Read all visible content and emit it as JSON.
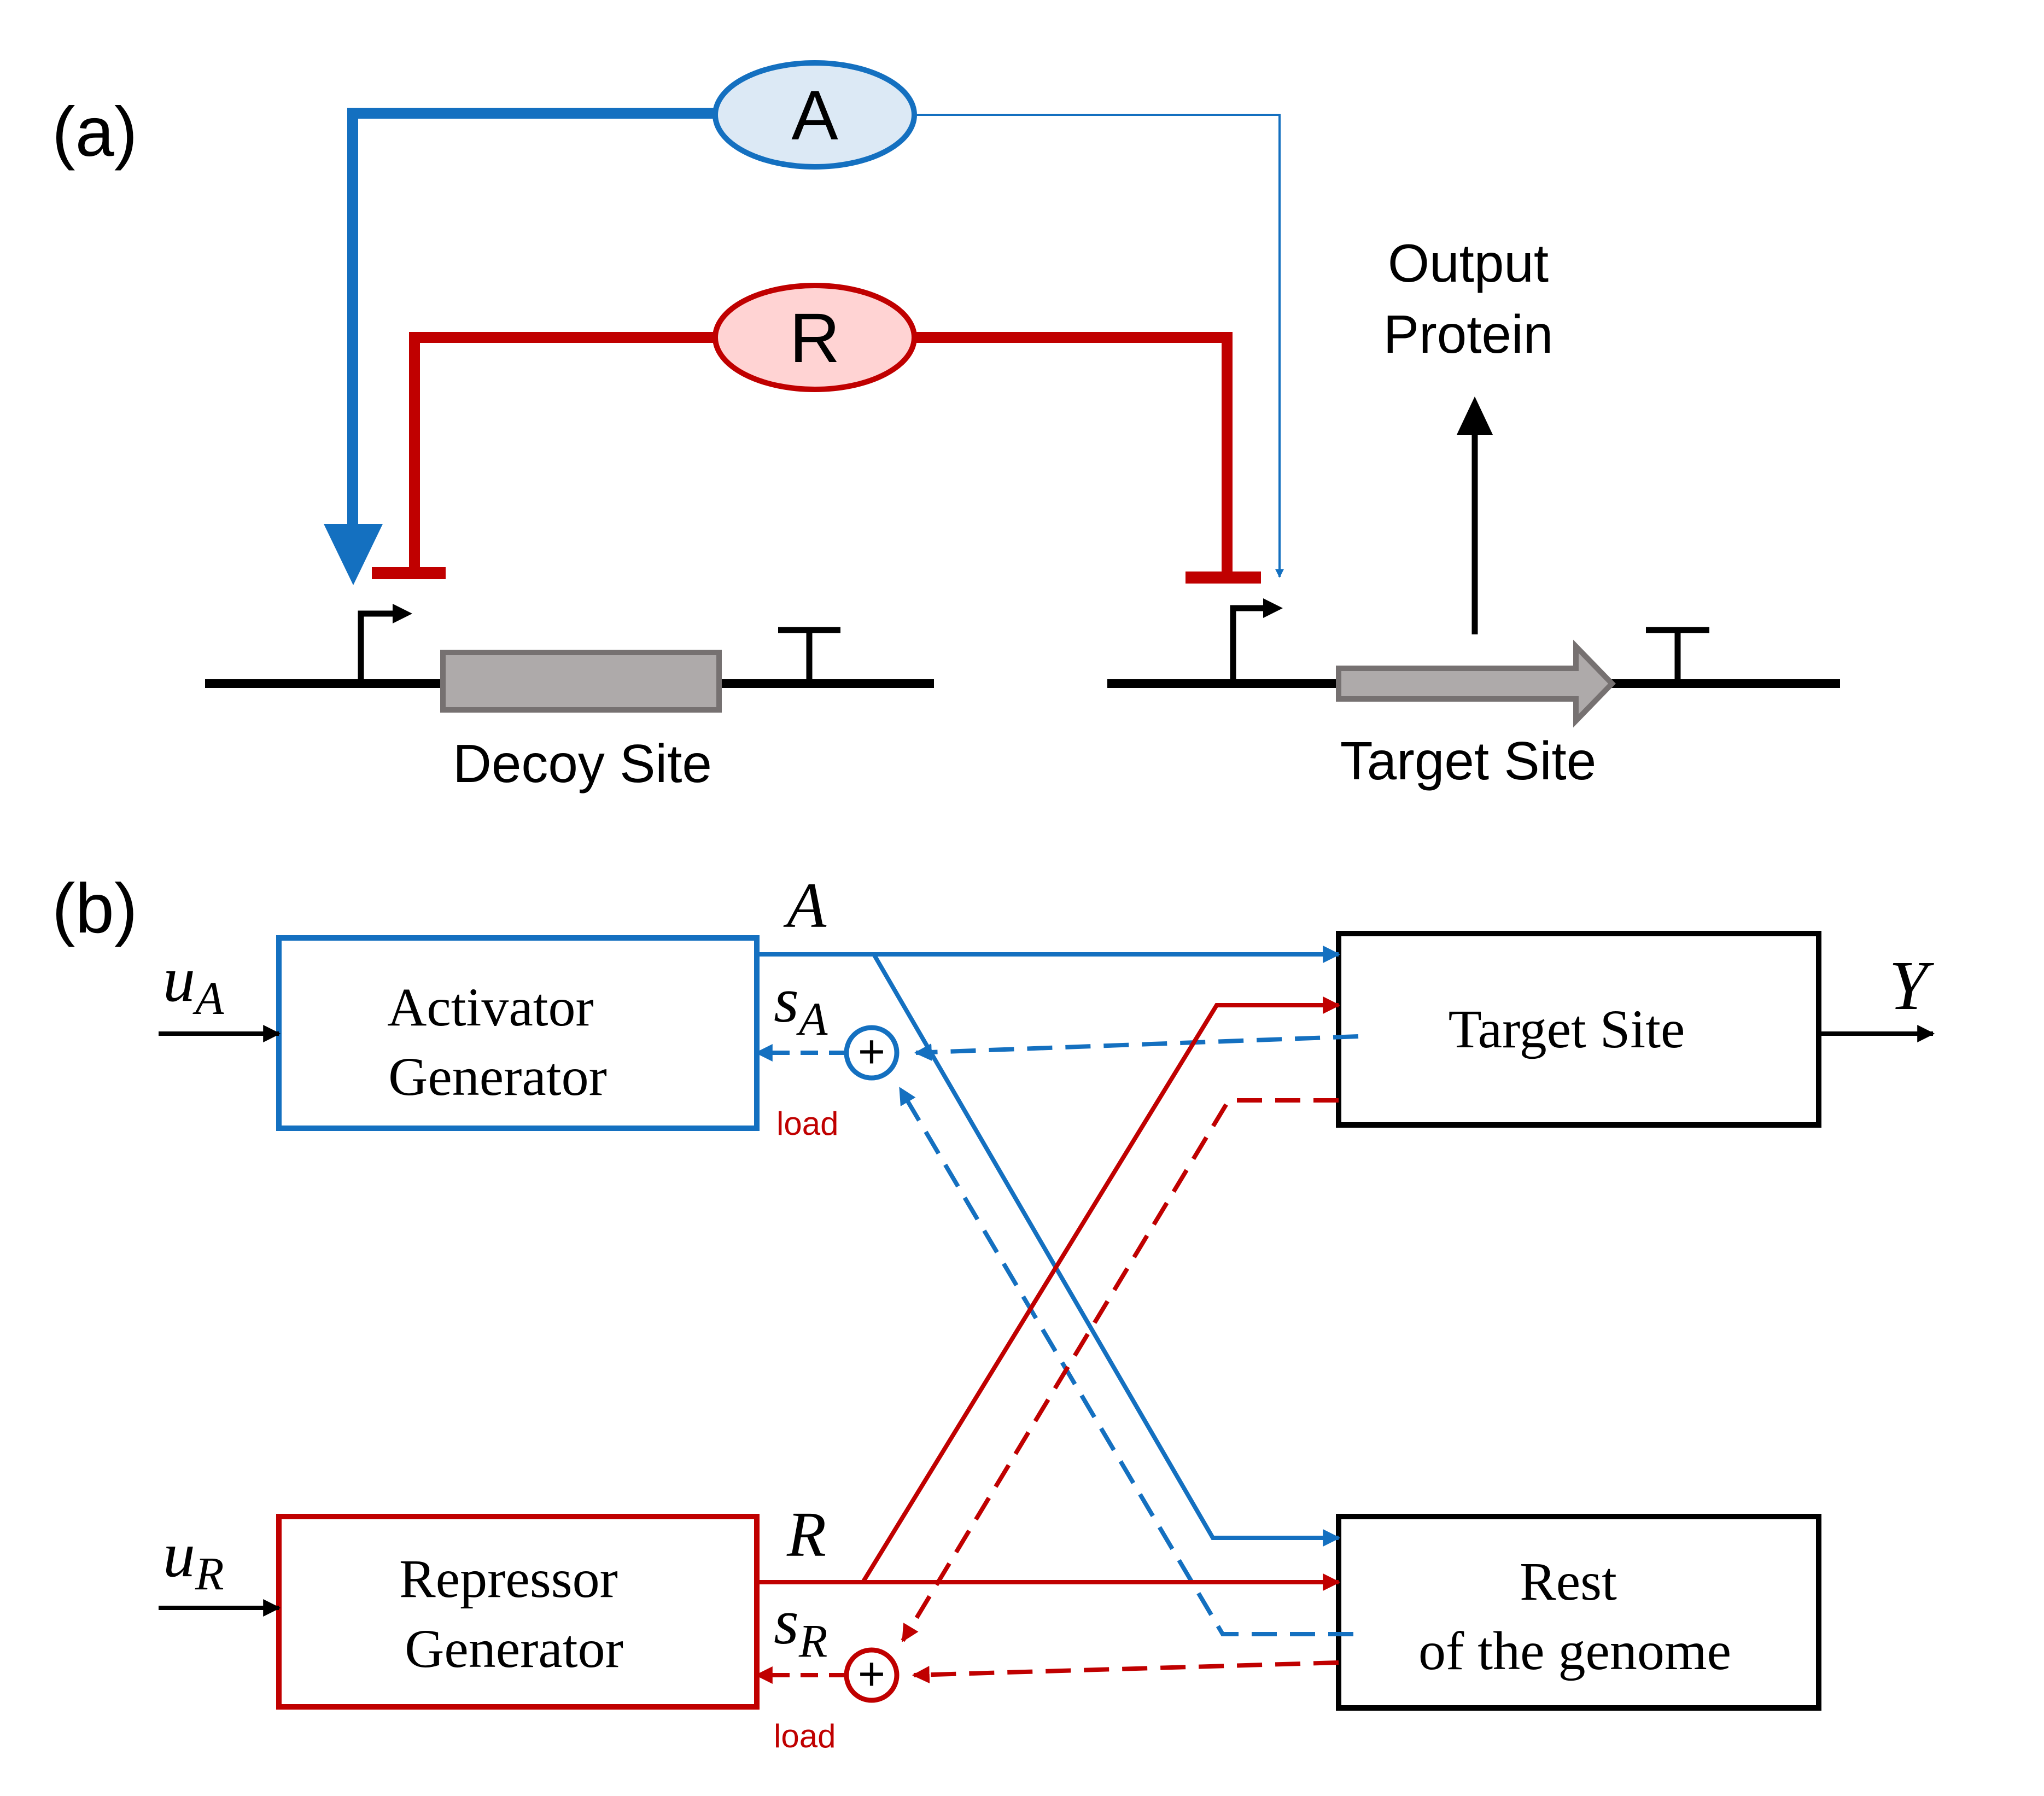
{
  "panel_a": {
    "label": "(a)",
    "activator_node": "A",
    "repressor_node": "R",
    "decoy_label": "Decoy Site",
    "target_label": "Target Site",
    "output_label_line1": "Output",
    "output_label_line2": "Protein"
  },
  "panel_b": {
    "label": "(b)",
    "activator_block_line1": "Activator",
    "activator_block_line2": "Generator",
    "repressor_block_line1": "Repressor",
    "repressor_block_line2": "Generator",
    "target_block": "Target Site",
    "rest_block_line1": "Rest",
    "rest_block_line2": "of the genome",
    "input_a_base": "u",
    "input_a_sub": "A",
    "input_r_base": "u",
    "input_r_sub": "R",
    "signal_a": "A",
    "signal_r": "R",
    "retro_a_base": "s",
    "retro_a_sub": "A",
    "retro_r_base": "s",
    "retro_r_sub": "R",
    "load_a": "load",
    "load_r": "load",
    "output_y": "Y",
    "sum_symbol": "+"
  },
  "colors": {
    "activator": "#1470c0",
    "activator_fill": "#dce9f5",
    "repressor": "#c00000",
    "repressor_fill": "#ffd3d3",
    "gene_fill": "#aeaaaa",
    "gene_stroke": "#767171",
    "black": "#000000"
  }
}
